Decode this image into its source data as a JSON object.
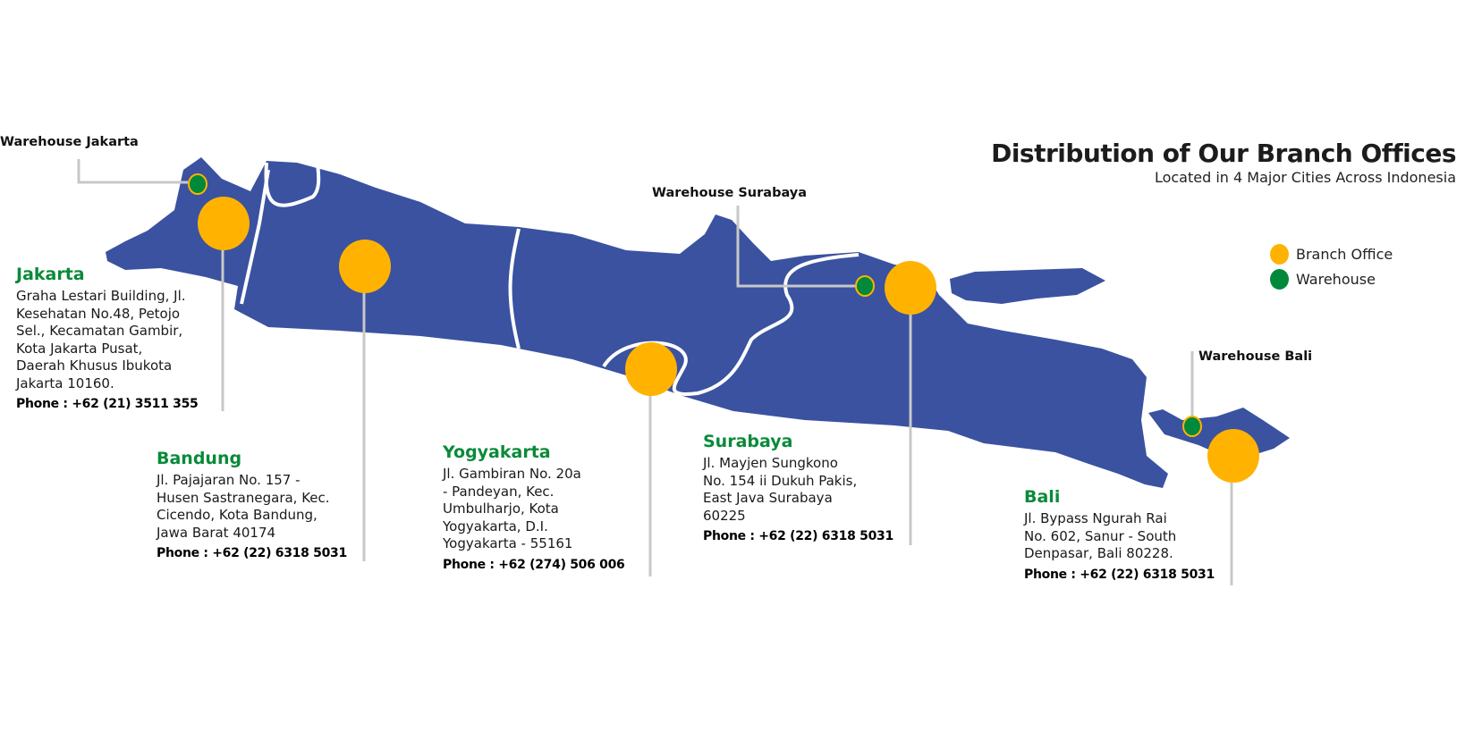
{
  "title": "Distribution of Our Branch Offices",
  "subtitle": "Located in 4 Major Cities Across Indonesia",
  "legend": [
    {
      "label": "Branch Office",
      "color": "#FFB300"
    },
    {
      "label": "Warehouse",
      "color": "#00893A"
    }
  ],
  "warehouses": [
    "Warehouse Jakarta",
    "Warehouse Surabaya",
    "Warehouse Bali"
  ],
  "cities": [
    {
      "name": "Jakarta",
      "address": "Graha Lestari Building, Jl.\nKesehatan No.48, Petojo\nSel., Kecamatan Gambir,\nKota Jakarta Pusat,\nDaerah Khusus Ibukota\nJakarta 10160.",
      "phone": "Phone : +62 (21) 3511 355"
    },
    {
      "name": "Bandung",
      "address": "Jl. Pajajaran No. 157 -\nHusen Sastranegara, Kec.\nCicendo, Kota Bandung,\nJawa Barat 40174",
      "phone": "Phone : +62 (22) 6318 5031"
    },
    {
      "name": "Yogyakarta",
      "address": "Jl. Gambiran No. 20a\n- Pandeyan, Kec.\nUmbulharjo, Kota\nYogyakarta, D.I.\nYogyakarta - 55161",
      "phone": "Phone : +62 (274) 506 006"
    },
    {
      "name": "Surabaya",
      "address": "Jl. Mayjen Sungkono\nNo. 154 ii Dukuh Pakis,\nEast Java Surabaya\n60225",
      "phone": "Phone : +62 (22) 6318 5031"
    },
    {
      "name": "Bali",
      "address": "Jl. Bypass Ngurah Rai\nNo. 602, Sanur - South\nDenpasar, Bali 80228.",
      "phone": "Phone : +62 (22) 6318 5031"
    }
  ],
  "colors": {
    "land": "#3A52A0",
    "branch": "#FFB300",
    "warehouse": "#00893A",
    "city_title": "#0A8A3A",
    "leader": "#C8C8C8"
  }
}
